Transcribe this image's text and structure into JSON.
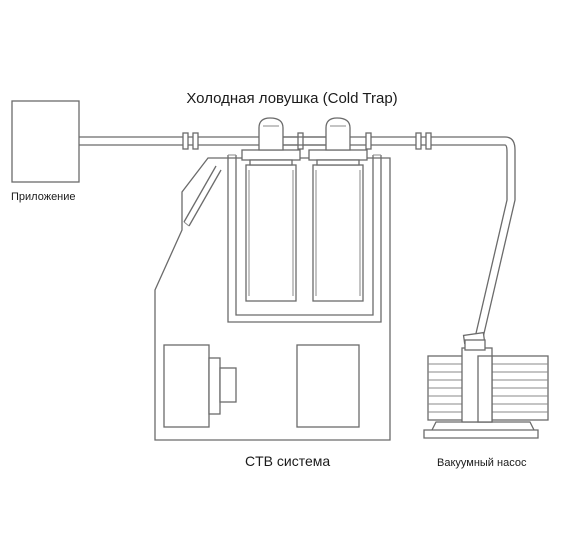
{
  "labels": {
    "title": "Холодная ловушка (Cold Trap)",
    "application": "Приложение",
    "ctb_system": "CTB система",
    "vacuum_pump": "Вакуумный насос"
  }
}
